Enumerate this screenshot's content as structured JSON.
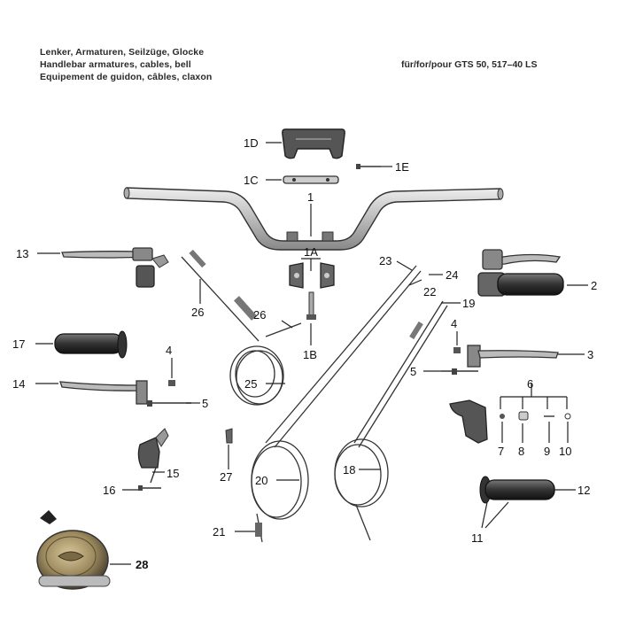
{
  "header": {
    "title_de": "Lenker, Armaturen, Seilzüge, Glocke",
    "title_en": "Handlebar armatures, cables, bell",
    "title_fr": "Equipement de guidon, câbles, claxon",
    "model": "für/for/pour GTS 50, 517–40 LS"
  },
  "labels": {
    "p1": "1",
    "p1a": "1A",
    "p1b": "1B",
    "p1c": "1C",
    "p1d": "1D",
    "p1e": "1E",
    "p2": "2",
    "p3": "3",
    "p4a": "4",
    "p4b": "4",
    "p5a": "5",
    "p5b": "5",
    "p6": "6",
    "p7": "7",
    "p8": "8",
    "p9": "9",
    "p10": "10",
    "p11": "11",
    "p12": "12",
    "p13": "13",
    "p14": "14",
    "p15": "15",
    "p16": "16",
    "p17": "17",
    "p18": "18",
    "p19": "19",
    "p20": "20",
    "p21": "21",
    "p22": "22",
    "p23": "23",
    "p24": "24",
    "p25": "25",
    "p26a": "26",
    "p26b": "26",
    "p27": "27",
    "p28": "28"
  }
}
